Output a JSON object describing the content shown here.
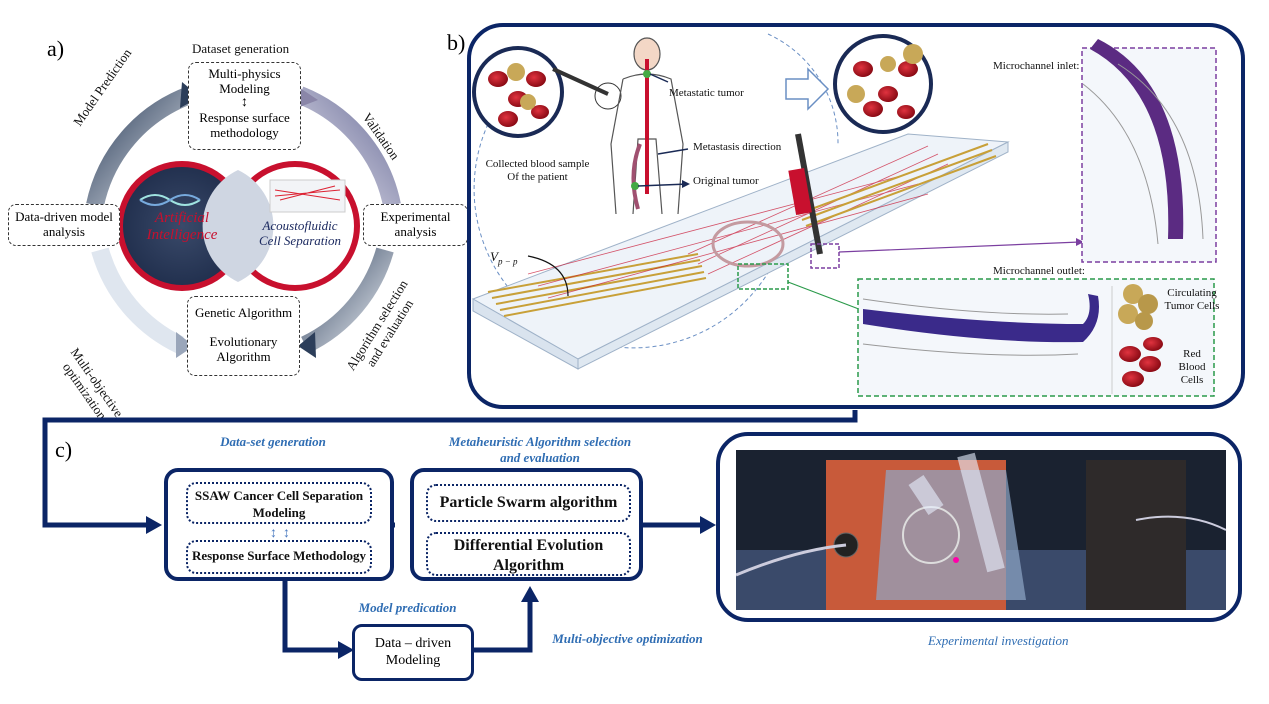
{
  "panel_a": {
    "letter": "a)",
    "dataset_generation": "Dataset generation",
    "multi_physics": "Multi-physics Modeling",
    "response_surface": "Response surface methodology",
    "model_prediction": "Model Prediction",
    "validation": "Validation",
    "data_driven": "Data-driven model analysis",
    "experimental": "Experimental analysis",
    "artificial": "Artificial",
    "intelligence": "Intelligence",
    "acousto_line1": "Acoustofluidic",
    "acousto_line2": "Cell Separation",
    "multi_objective_1": "Multi-objective",
    "multi_objective_2": "optimization",
    "algorithm_sel_1": "Algorithm selection",
    "algorithm_sel_2": "and evaluation",
    "genetic": "Genetic Algorithm",
    "evolutionary": "Evolutionary Algorithm"
  },
  "panel_b": {
    "letter": "b)",
    "metastatic_tumor": "Metastatic tumor",
    "metastasis_direction": "Metastasis direction",
    "original_tumor": "Original tumor",
    "collected_1": "Collected blood sample",
    "collected_2": "Of the patient",
    "vpp": "V",
    "vpp_sub": "p − p",
    "inlet": "Microchannel inlet:",
    "outlet": "Microchannel outlet:",
    "ctc": "Circulating Tumor Cells",
    "rbc": "Red Blood Cells"
  },
  "panel_c": {
    "letter": "c)",
    "dataset": "Data-set generation",
    "meta_1": "Metaheuristic Algorithm selection",
    "meta_2": "and evaluation",
    "ssaw": "SSAW Cancer Cell Separation Modeling",
    "rsm": "Response Surface Methodology",
    "pso": "Particle Swarm algorithm",
    "de": "Differential Evolution Algorithm",
    "model_pred": "Model predication",
    "data_driven": "Data – driven Modeling",
    "multi_obj": "Multi-objective optimization",
    "experimental": "Experimental investigation"
  },
  "colors": {
    "navy": "#0b2566",
    "blue_label": "#2f6db3",
    "red": "#c8102e",
    "purple": "#5b2b82"
  }
}
